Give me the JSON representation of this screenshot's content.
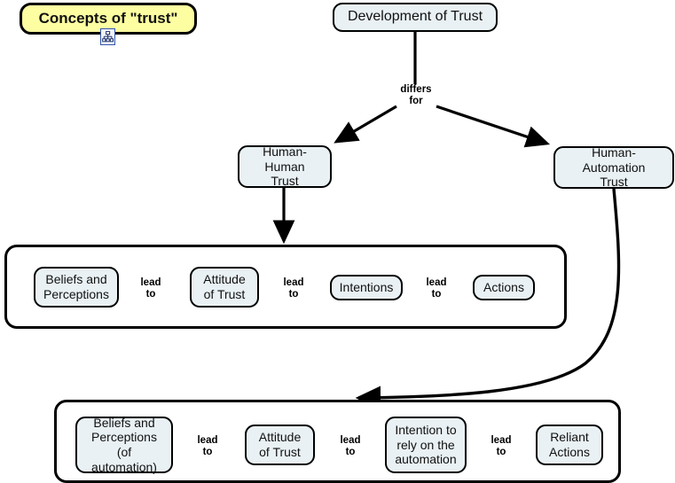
{
  "map": {
    "title": "Concepts of \"trust\"",
    "root": "Development of Trust",
    "relation_differs": "differs\nfor",
    "relation_lead": "lead\nto",
    "branches": [
      {
        "label": "Human-Human\nTrust"
      },
      {
        "label": "Human-Automation\nTrust"
      }
    ],
    "chain_human_human": [
      {
        "label": "Beliefs and\nPerceptions"
      },
      {
        "label": "Attitude\nof Trust"
      },
      {
        "label": "Intentions"
      },
      {
        "label": "Actions"
      }
    ],
    "chain_human_automation": [
      {
        "label": "Beliefs and\nPerceptions\n(of automation)"
      },
      {
        "label": "Attitude\nof Trust"
      },
      {
        "label": "Intention to\nrely on the\nautomation"
      },
      {
        "label": "Reliant\nActions"
      }
    ],
    "links_human_human": [
      "lead\nto",
      "lead\nto",
      "lead\nto"
    ],
    "links_human_automation": [
      "lead\nto",
      "lead\nto",
      "lead\nto"
    ],
    "resource_icon": "hierarchy-resource-icon",
    "colors": {
      "title_fill": "#fdfda2",
      "node_fill": "#e9f1f4",
      "group_fill": "#ffffff",
      "stroke": "#000000",
      "text": "#111111"
    }
  }
}
